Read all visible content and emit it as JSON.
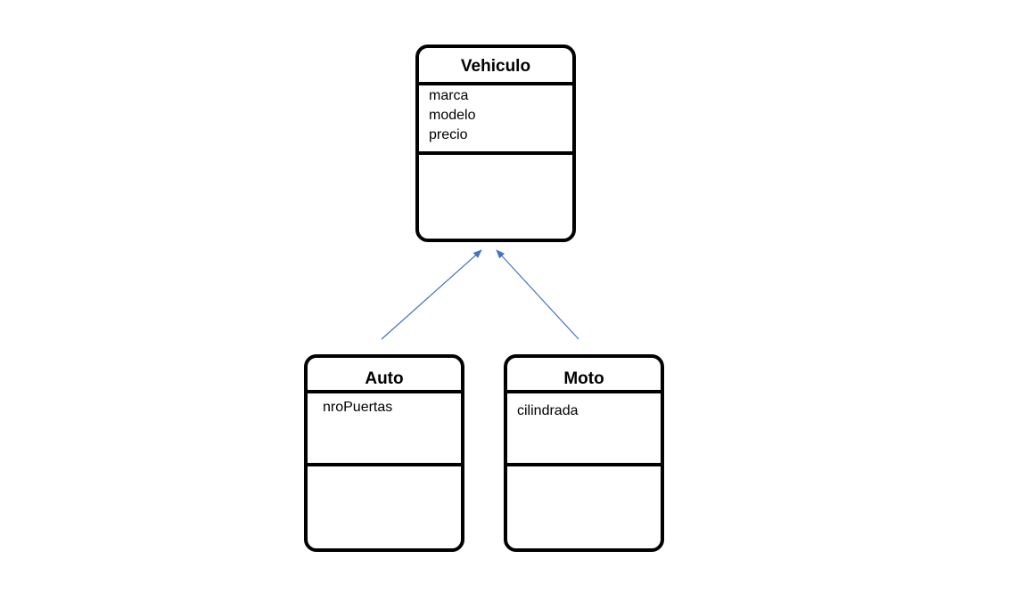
{
  "diagram": {
    "classes": [
      {
        "id": "vehiculo",
        "name": "Vehiculo",
        "attributes": [
          "marca",
          "modelo",
          "precio"
        ],
        "methods": []
      },
      {
        "id": "auto",
        "name": "Auto",
        "attributes": [
          "nroPuertas"
        ],
        "methods": []
      },
      {
        "id": "moto",
        "name": "Moto",
        "attributes": [
          "cilindrada"
        ],
        "methods": []
      }
    ],
    "relations": [
      {
        "type": "inheritance",
        "from": "Auto",
        "to": "Vehiculo"
      },
      {
        "type": "inheritance",
        "from": "Moto",
        "to": "Vehiculo"
      }
    ],
    "colors": {
      "arrow": "#4472C4",
      "border": "#000000"
    }
  }
}
